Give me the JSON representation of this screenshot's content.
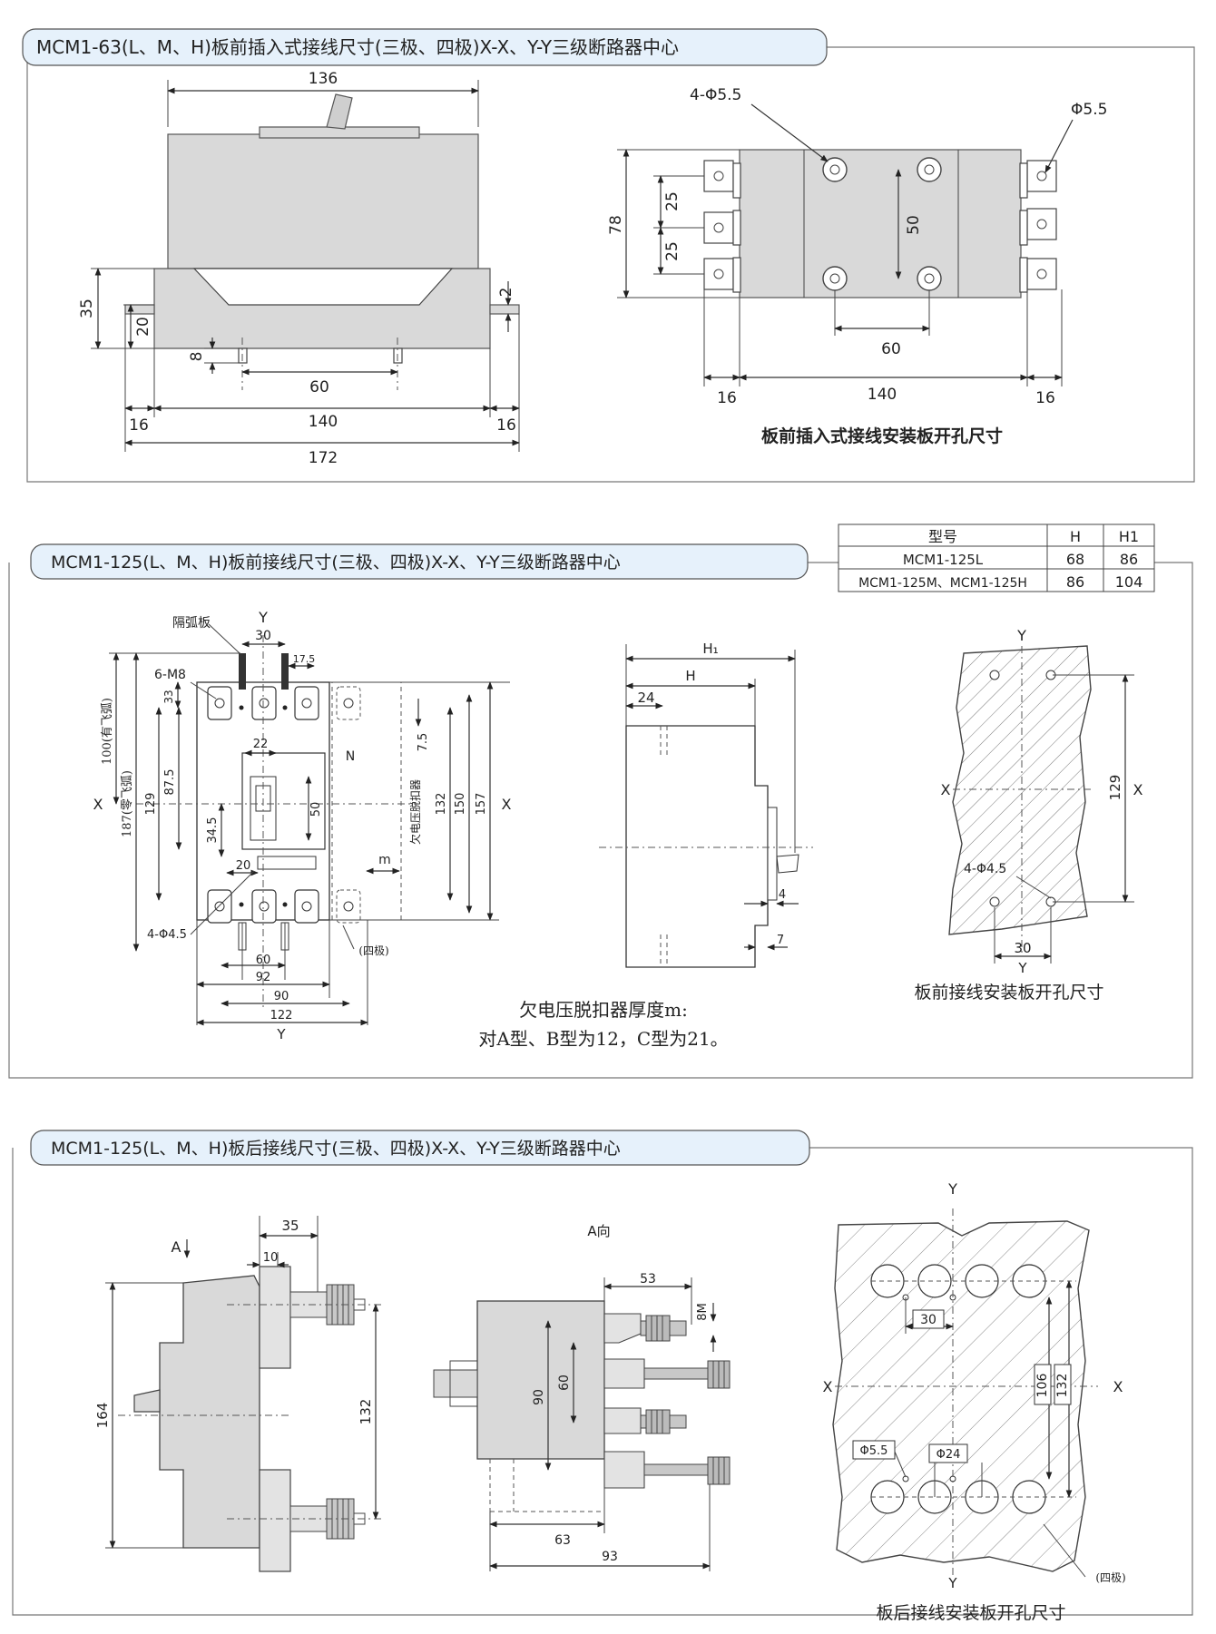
{
  "section1": {
    "title": "MCM1-63(L、M、H)板前插入式接线尺寸(三极、四极)X-X、Y-Y三级断路器中心",
    "left": {
      "d136": "136",
      "d35": "35",
      "d20": "20",
      "d2": "2",
      "d8": "8",
      "d60": "60",
      "d16a": "16",
      "d140": "140",
      "d16b": "16",
      "d172": "172"
    },
    "right": {
      "d4phi": "4-Φ5.5",
      "dphi": "Φ5.5",
      "d78": "78",
      "d25a": "25",
      "d25b": "25",
      "d50": "50",
      "d60": "60",
      "d16a": "16",
      "d140": "140",
      "d16b": "16",
      "caption": "板前插入式接线安装板开孔尺寸"
    }
  },
  "section2": {
    "title": "MCM1-125(L、M、H)板前接线尺寸(三极、四极)X-X、Y-Y三级断路器中心",
    "table": {
      "headers": [
        "型号",
        "H",
        "H1"
      ],
      "rows": [
        [
          "MCM1-125L",
          "68",
          "86"
        ],
        [
          "MCM1-125M、MCM1-125H",
          "86",
          "104"
        ]
      ]
    },
    "front": {
      "arc": "隔弧板",
      "y_top": "Y",
      "d30": "30",
      "d175": "17.5",
      "m8": "6-M8",
      "d33": "33",
      "d100": "100(有飞弧)",
      "x_left": "X",
      "d187": "187(零飞弧)",
      "d129": "129",
      "d875": "87.5",
      "d345": "34.5",
      "d22": "22",
      "d50": "50",
      "d20": "20",
      "n": "N",
      "d75": "7.5",
      "uv": "欠电压脱扣器",
      "m": "m",
      "d132": "132",
      "d150": "150",
      "d157": "157",
      "x_right": "X",
      "hole": "4-Φ4.5",
      "four": "(四极)",
      "d60": "60",
      "d92": "92",
      "d90": "90",
      "d122": "122",
      "y_bottom": "Y"
    },
    "side": {
      "h1": "H₁",
      "h": "H",
      "d24": "24",
      "d4": "4",
      "d7": "7"
    },
    "note1": "欠电压脱扣器厚度m:",
    "note2": "对A型、B型为12，C型为21。",
    "cutout": {
      "y_top": "Y",
      "x_left": "X",
      "d129": "129",
      "x_right": "X",
      "hole": "4-Φ4.5",
      "d30": "30",
      "y_bottom": "Y",
      "caption": "板前接线安装板开孔尺寸"
    }
  },
  "section3": {
    "title": "MCM1-125(L、M、H)板后接线尺寸(三极、四极)X-X、Y-Y三级断路器中心",
    "side": {
      "a": "A",
      "d35": "35",
      "d10": "10",
      "d164": "164",
      "d132": "132"
    },
    "aview": {
      "label": "A向",
      "d53": "53",
      "d8m": "8M",
      "d60": "60",
      "d90": "90",
      "d63": "63",
      "d93": "93"
    },
    "cutout": {
      "y_top": "Y",
      "d30": "30",
      "x_left": "X",
      "x_right": "X",
      "d106": "106",
      "d132": "132",
      "phi55": "Φ5.5",
      "phi24": "Φ24",
      "y_bottom": "Y",
      "four": "(四极)",
      "caption": "板后接线安装板开孔尺寸"
    }
  }
}
